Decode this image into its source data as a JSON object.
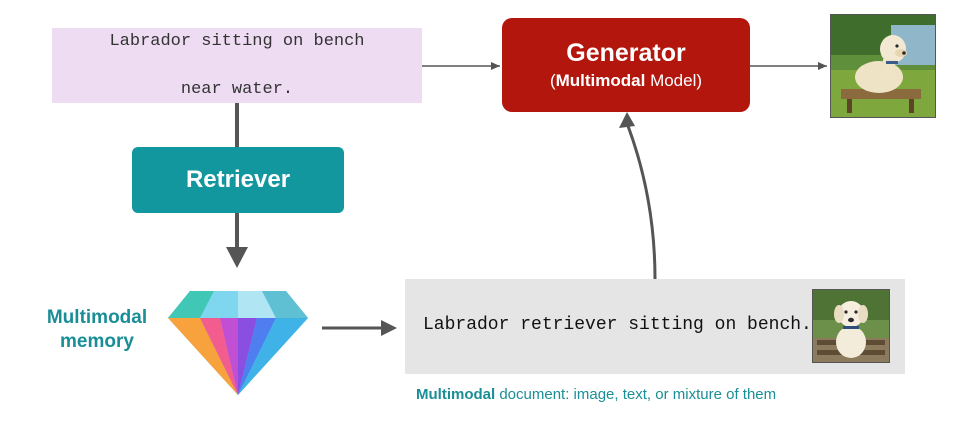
{
  "query": {
    "line1": "Labrador sitting on bench",
    "line2": "near water."
  },
  "retriever": {
    "label": "Retriever"
  },
  "generator": {
    "title": "Generator",
    "sub_open": "(",
    "sub_bold": "Multimodal",
    "sub_rest": " Model)"
  },
  "memory": {
    "line1": "Multimodal",
    "line2": "memory"
  },
  "document": {
    "text": "Labrador retriever sitting on bench.",
    "caption_bold": "Multimodal",
    "caption_rest": " document: image, text, or mixture of them"
  },
  "colors": {
    "query_bg": "#eedcf3",
    "retriever_bg": "#12979e",
    "generator_bg": "#b2160c",
    "document_bg": "#e5e5e5",
    "accent_text": "#1a8e96",
    "arrow": "#555555"
  },
  "icons": {
    "memory": "diamond-gem-icon",
    "generated_image": "labrador-photo",
    "document_image": "labrador-photo"
  }
}
